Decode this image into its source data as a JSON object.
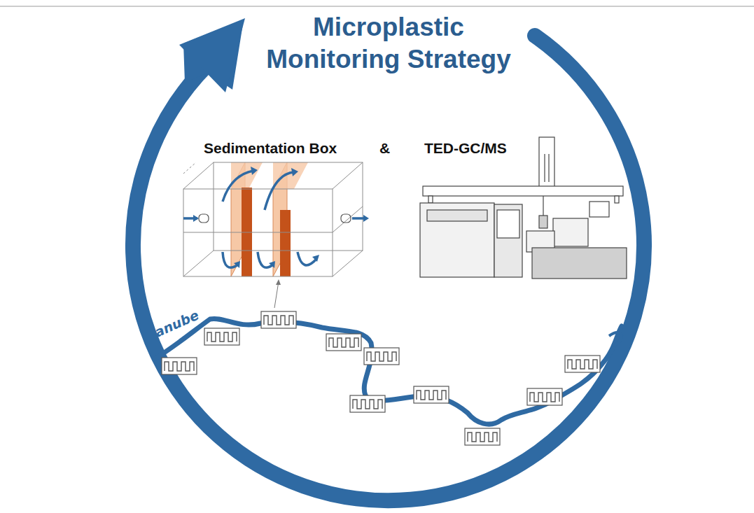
{
  "diagram": {
    "title": "Microplastic Monitoring Strategy",
    "labels": [
      "Sedimentation Box",
      "&",
      "TED-GC/MS",
      "Danube"
    ]
  }
}
